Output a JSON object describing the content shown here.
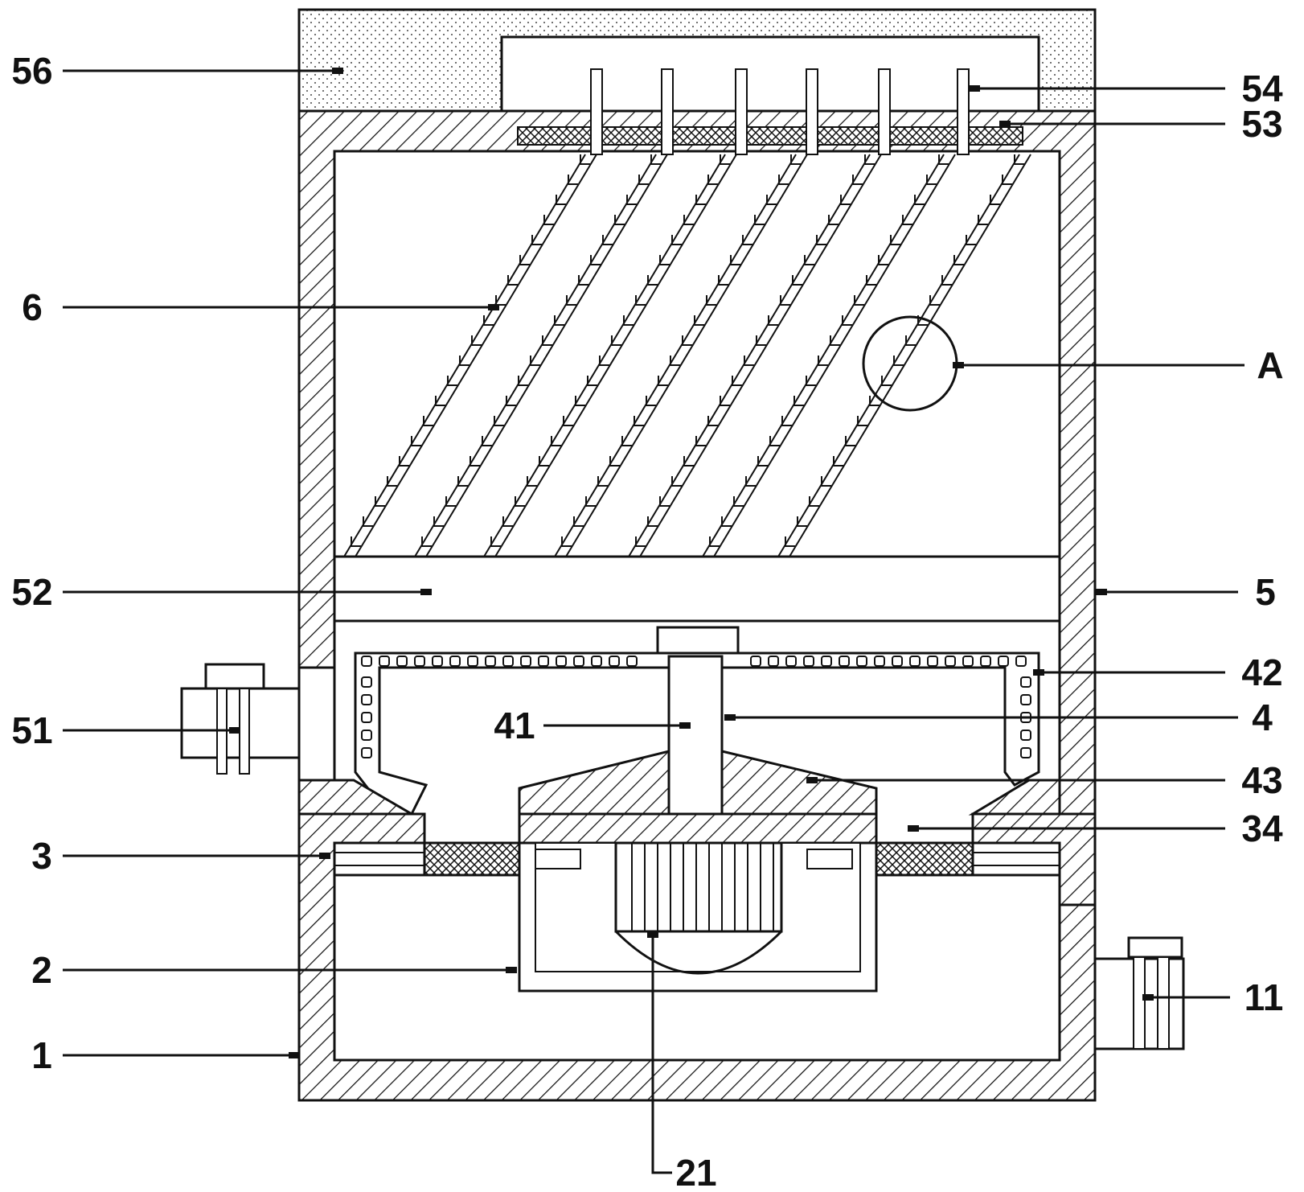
{
  "figure": {
    "callouts": [
      {
        "id": "c56",
        "text": "56"
      },
      {
        "id": "c54",
        "text": "54"
      },
      {
        "id": "c53",
        "text": "53"
      },
      {
        "id": "c6",
        "text": "6"
      },
      {
        "id": "cA",
        "text": "A"
      },
      {
        "id": "c52",
        "text": "52"
      },
      {
        "id": "c5",
        "text": "5"
      },
      {
        "id": "c42",
        "text": "42"
      },
      {
        "id": "c51",
        "text": "51"
      },
      {
        "id": "c41",
        "text": "41"
      },
      {
        "id": "c4",
        "text": "4"
      },
      {
        "id": "c43",
        "text": "43"
      },
      {
        "id": "c34",
        "text": "34"
      },
      {
        "id": "c3",
        "text": "3"
      },
      {
        "id": "c2",
        "text": "2"
      },
      {
        "id": "c11",
        "text": "11"
      },
      {
        "id": "c1",
        "text": "1"
      },
      {
        "id": "c21",
        "text": "21"
      }
    ]
  }
}
